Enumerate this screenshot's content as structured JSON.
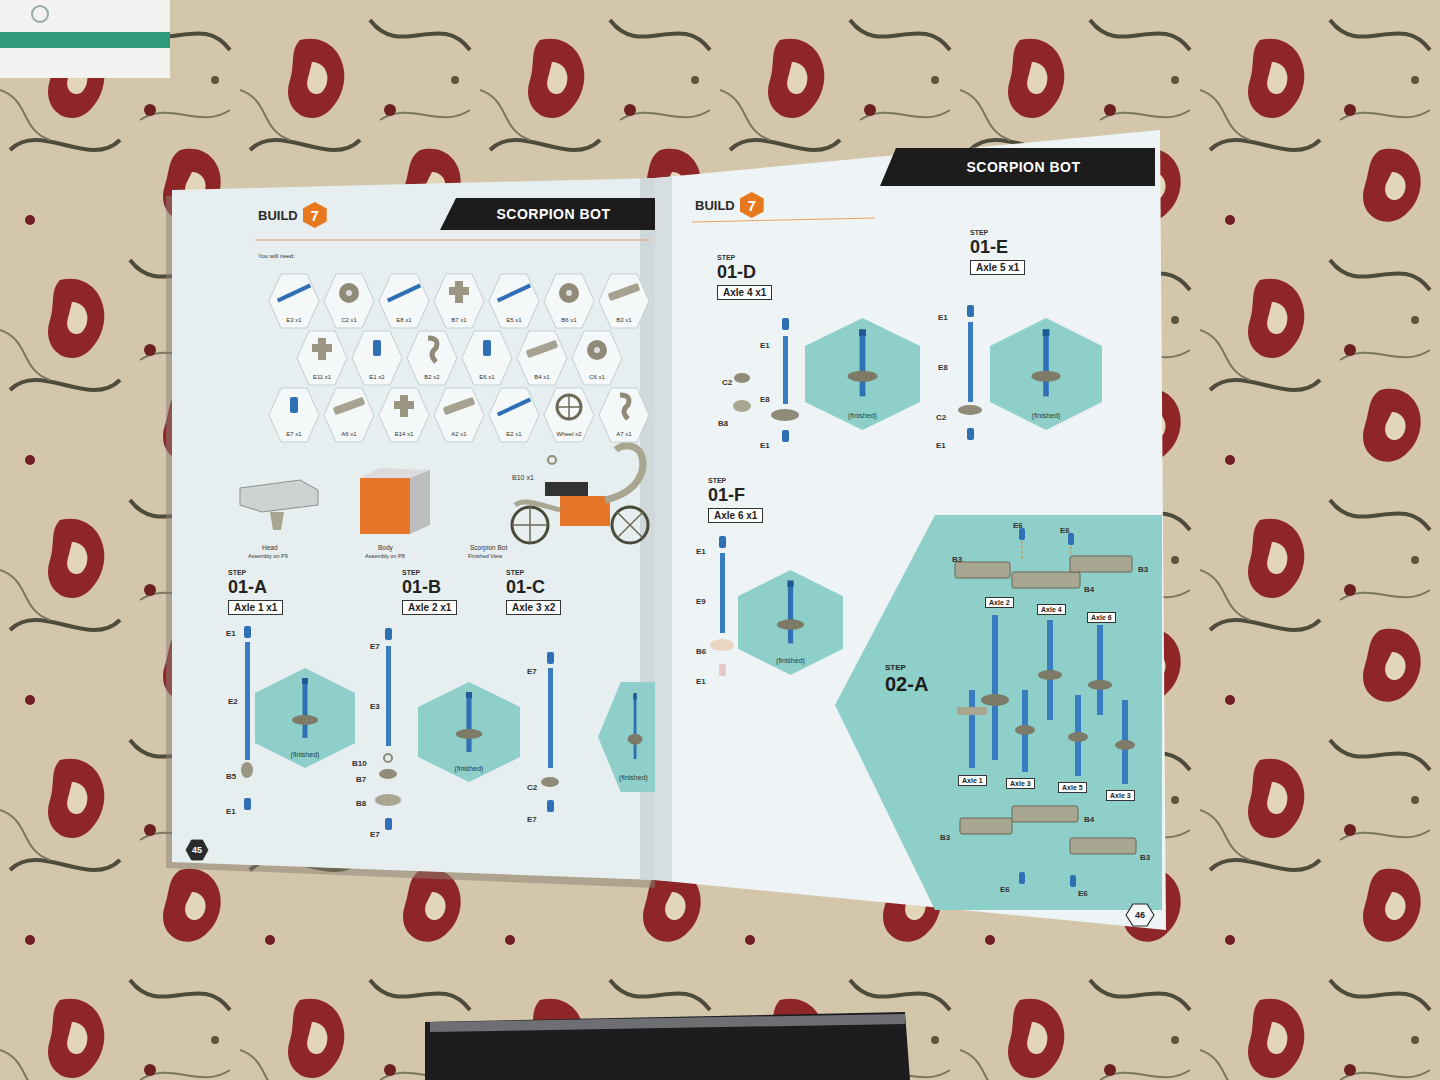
{
  "diagram": {
    "nodes": [
      {
        "text": [
          "BUILD",
          "7"
        ]
      },
      {
        "text": [
          "SCORPION BOT"
        ]
      },
      {
        "text": [
          "E3 x1"
        ]
      },
      {
        "text": [
          "C2 x1"
        ]
      },
      {
        "text": [
          "E8 x1"
        ]
      },
      {
        "text": [
          "B7 x1"
        ]
      },
      {
        "text": [
          "E5 x1"
        ]
      },
      {
        "text": [
          "B6 x1"
        ]
      },
      {
        "text": [
          "B3 x1"
        ]
      },
      {
        "text": [
          "E11 x1"
        ]
      },
      {
        "text": [
          "E1 x2"
        ]
      },
      {
        "text": [
          "B2 x2"
        ]
      },
      {
        "text": [
          "E6 x1"
        ]
      },
      {
        "text": [
          "B4 x1"
        ]
      },
      {
        "text": [
          "C6 x1"
        ]
      },
      {
        "text": [
          "E7 x1"
        ]
      },
      {
        "text": [
          "A6 x1"
        ]
      },
      {
        "text": [
          "E14 x1"
        ]
      },
      {
        "text": [
          "A2 x1"
        ]
      },
      {
        "text": [
          "E2 x1"
        ]
      },
      {
        "text": [
          "Wheel x2"
        ]
      },
      {
        "text": [
          "A7 x1"
        ]
      },
      {
        "text": [
          "STEP",
          "01-A",
          "Axle 1 x1"
        ]
      },
      {
        "text": [
          "(finished)"
        ]
      },
      {
        "text": [
          "STEP",
          "01-B",
          "Axle 2 x1"
        ]
      },
      {
        "text": [
          "(finished)"
        ]
      },
      {
        "text": [
          "STEP",
          "01-C",
          "Axle 3 x2"
        ]
      },
      {
        "text": [
          "(finished)"
        ]
      },
      {
        "text": [
          "45"
        ]
      },
      {
        "text": [
          "BUILD",
          "7"
        ]
      },
      {
        "text": [
          "SCORPION BOT"
        ]
      },
      {
        "text": [
          "STEP",
          "01-D",
          "Axle 4 x1"
        ]
      },
      {
        "text": [
          "(finished)"
        ]
      },
      {
        "text": [
          "STEP",
          "01-E",
          "Axle 5 x1"
        ]
      },
      {
        "text": [
          "(finished)"
        ]
      },
      {
        "text": [
          "STEP",
          "01-F",
          "Axle 6 x1"
        ]
      },
      {
        "text": [
          "(finished)"
        ]
      },
      {
        "text": [
          "STEP",
          "02-A"
        ]
      },
      {
        "text": [
          "Axle 2"
        ],
        "in": 37
      },
      {
        "text": [
          "Axle 4"
        ],
        "in": 37
      },
      {
        "text": [
          "Axle 6"
        ],
        "in": 37
      },
      {
        "text": [
          "Axle 1"
        ],
        "in": 37
      },
      {
        "text": [
          "Axle 3"
        ],
        "in": 37
      },
      {
        "text": [
          "Axle 5"
        ],
        "in": 37
      },
      {
        "text": [
          "Axle 3"
        ],
        "in": 37
      },
      {
        "text": [
          "46"
        ]
      }
    ],
    "labels": [
      "You will need:",
      "B10 x1",
      "Head",
      "Assembly on P9",
      "Body",
      "Assembly on P8",
      "Scorpion Bot",
      "Finished View",
      "E1",
      "E2",
      "B5",
      "E1",
      "E7",
      "E3",
      "B10",
      "B7",
      "B8",
      "E7",
      "E7",
      "C2",
      "E7",
      "E1",
      "C2",
      "E8",
      "B8",
      "E1",
      "E1",
      "E8",
      "C2",
      "E1",
      "E1",
      "E9",
      "B6",
      "E1",
      "E6",
      "E6",
      "B3",
      "B4",
      "B3",
      "B3",
      "B4",
      "B3",
      "E6",
      "E6"
    ]
  }
}
